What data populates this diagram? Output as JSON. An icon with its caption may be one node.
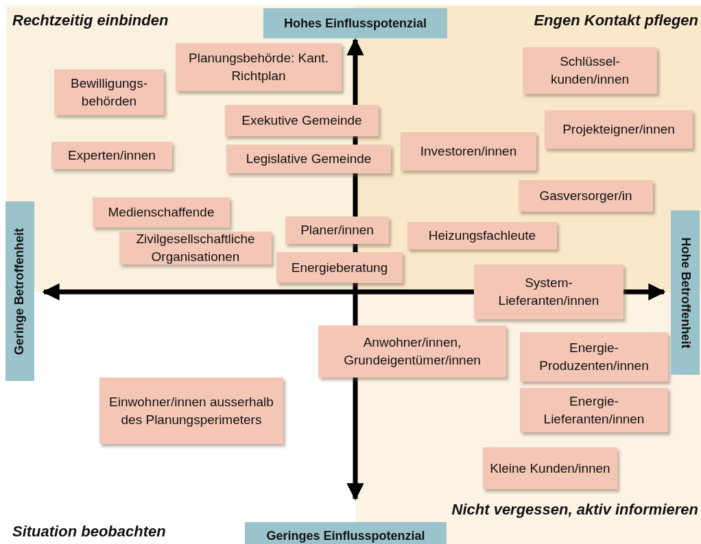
{
  "diagram": {
    "nodes": [
      {
        "text": [
          "Planungsbehörde: Kant. Richtplan"
        ]
      },
      {
        "text": [
          "Bewilligungs- behörden"
        ]
      },
      {
        "text": [
          "Exekutive Gemeinde"
        ]
      },
      {
        "text": [
          "Experten/innen"
        ]
      },
      {
        "text": [
          "Legislative Gemeinde"
        ]
      },
      {
        "text": [
          "Schlüssel- kunden/innen"
        ]
      },
      {
        "text": [
          "Projekteigner/innen"
        ]
      },
      {
        "text": [
          "Investoren/innen"
        ]
      },
      {
        "text": [
          "Gasversorger/in"
        ]
      },
      {
        "text": [
          "Medienschaffende"
        ]
      },
      {
        "text": [
          "Planer/innen"
        ]
      },
      {
        "text": [
          "Heizungsfachleute"
        ]
      },
      {
        "text": [
          "Zivilgesellschaftliche Organisationen"
        ]
      },
      {
        "text": [
          "Energieberatung"
        ]
      },
      {
        "text": [
          "System- Lieferanten/innen"
        ]
      },
      {
        "text": [
          "Anwohner/innen, Grundeigentümer/innen"
        ]
      },
      {
        "text": [
          "Energie- Produzenten/innen"
        ]
      },
      {
        "text": [
          "Einwohner/innen ausserhalb des Planungsperimeters"
        ]
      },
      {
        "text": [
          "Energie- Lieferanten/innen"
        ]
      },
      {
        "text": [
          "Kleine Kunden/innen"
        ]
      }
    ],
    "labels": [
      "Rechtzeitig einbinden",
      "Hohes Einflusspotenzial",
      "Engen Kontakt pflegen",
      "Geringe Betroffenheit",
      "Hohe Betroffenheit",
      "Situation beobachten",
      "Geringes Einflusspotenzial",
      "Nicht vergessen, aktiv informieren"
    ]
  }
}
